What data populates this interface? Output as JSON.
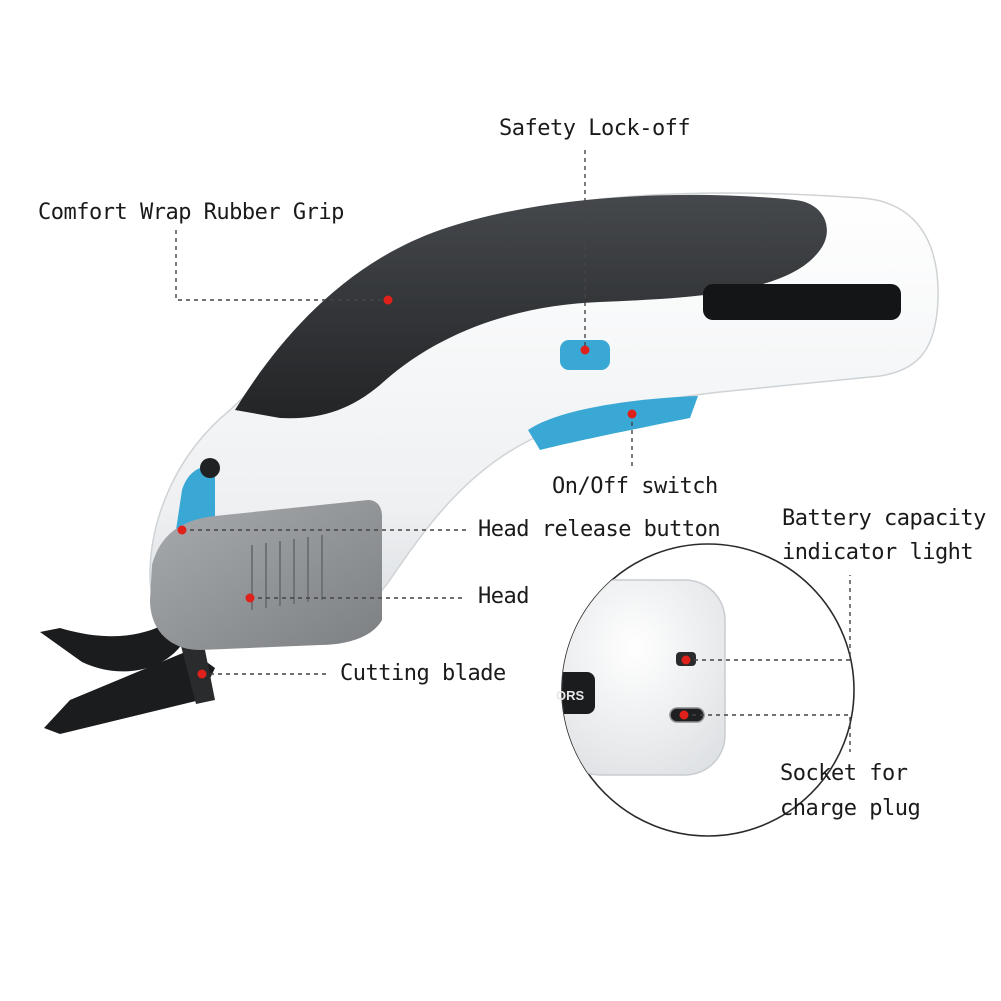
{
  "labels": {
    "safety_lock": "Safety Lock-off",
    "grip": "Comfort Wrap Rubber Grip",
    "on_off": "On/Off switch",
    "head_release": "Head release button",
    "head": "Head",
    "cutting_blade": "Cutting blade",
    "battery_line1": "Battery capacity",
    "battery_line2": "indicator light",
    "socket_line1": "Socket for",
    "socket_line2": "charge plug"
  },
  "inset": {
    "brand_fragment": "ORS"
  },
  "colors": {
    "body_white": "#f4f5f6",
    "grip_dark": "#2e3033",
    "accent_blue": "#3aa8d4",
    "head_gray": "#8e9194",
    "blade_black": "#1b1c1e",
    "marker_red": "#e0201b"
  },
  "icons": {
    "marker": "red-dot-marker"
  }
}
